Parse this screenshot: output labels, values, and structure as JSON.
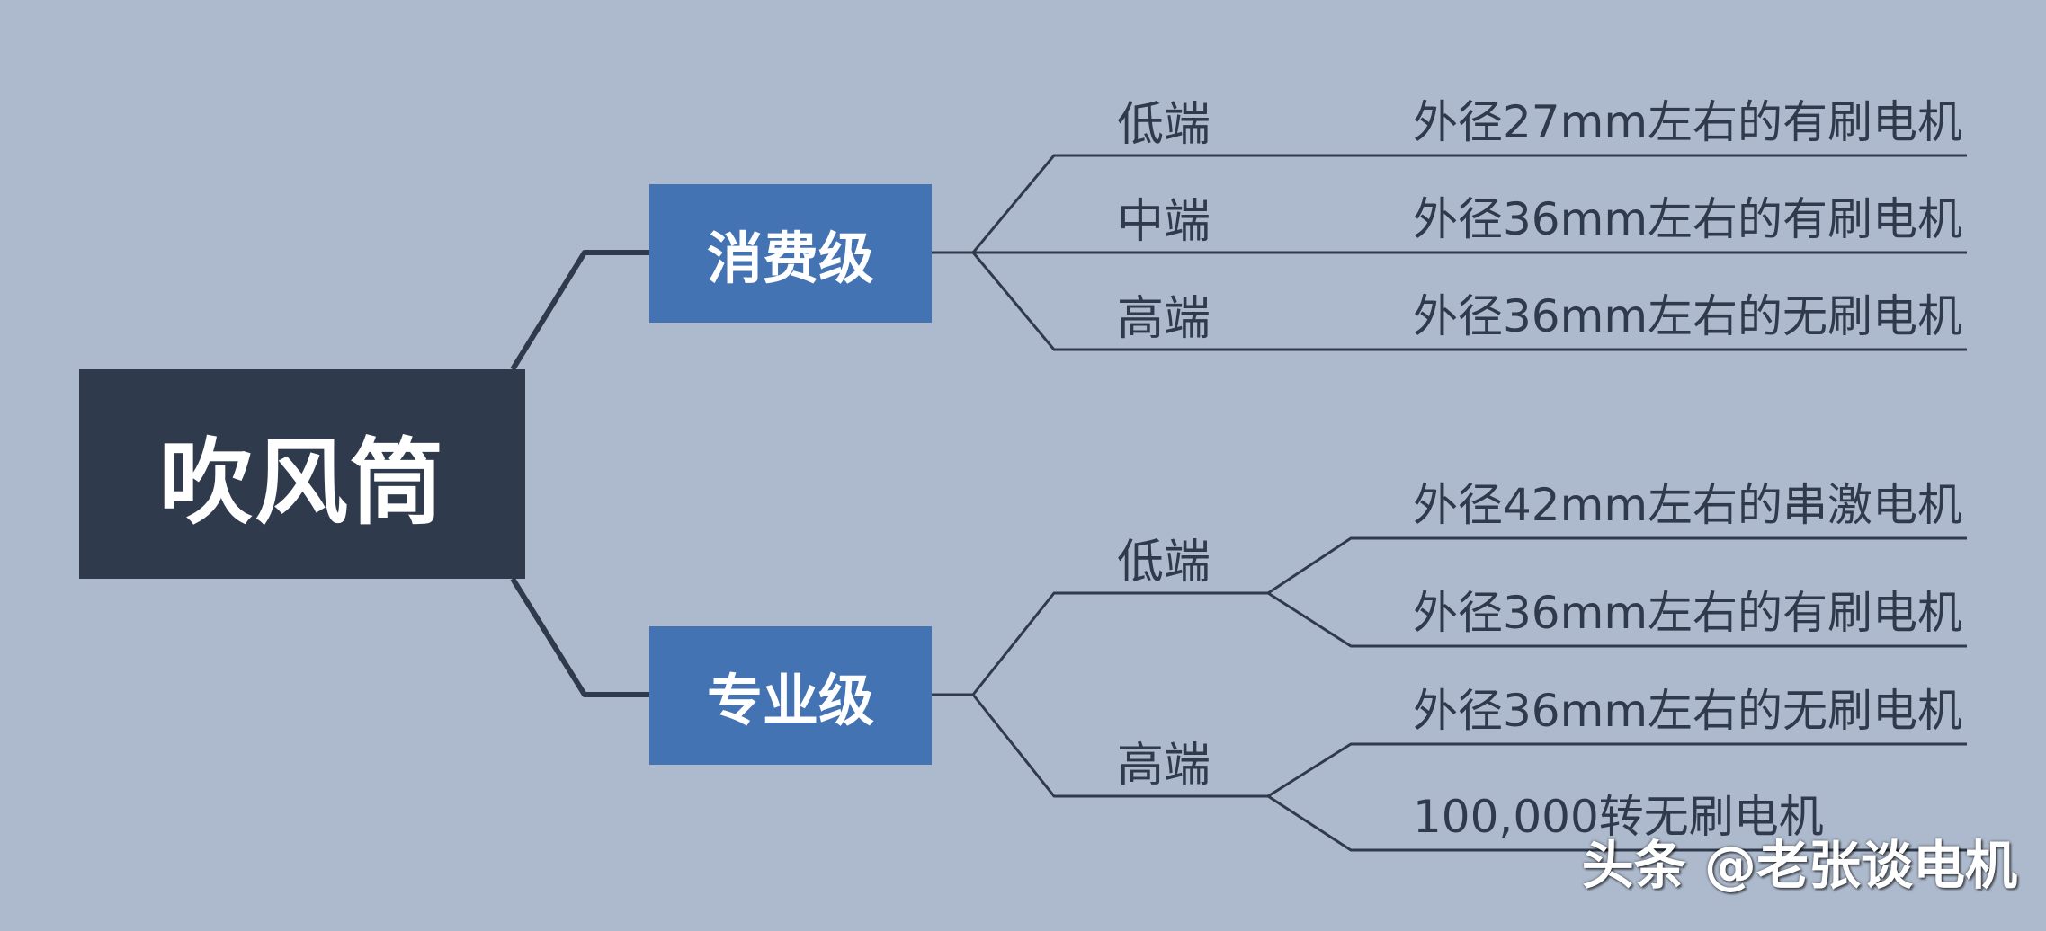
{
  "root": {
    "label": "吹风筒"
  },
  "branches": [
    {
      "label": "消费级",
      "tiers": [
        {
          "label": "低端",
          "leaves": [
            "外径27mm左右的有刷电机"
          ]
        },
        {
          "label": "中端",
          "leaves": [
            "外径36mm左右的有刷电机"
          ]
        },
        {
          "label": "高端",
          "leaves": [
            "外径36mm左右的无刷电机"
          ]
        }
      ]
    },
    {
      "label": "专业级",
      "tiers": [
        {
          "label": "低端",
          "leaves": [
            "外径42mm左右的串激电机",
            "外径36mm左右的有刷电机"
          ]
        },
        {
          "label": "高端",
          "leaves": [
            "外径36mm左右的无刷电机",
            "100,000转无刷电机"
          ]
        }
      ]
    }
  ],
  "watermark": "头条 @老张谈电机",
  "colors": {
    "background": "#adbacd",
    "root_fill": "#2f3b4c",
    "branch_fill": "#4373b3",
    "line": "#2f3b4c",
    "text": "#2f3b4c"
  }
}
